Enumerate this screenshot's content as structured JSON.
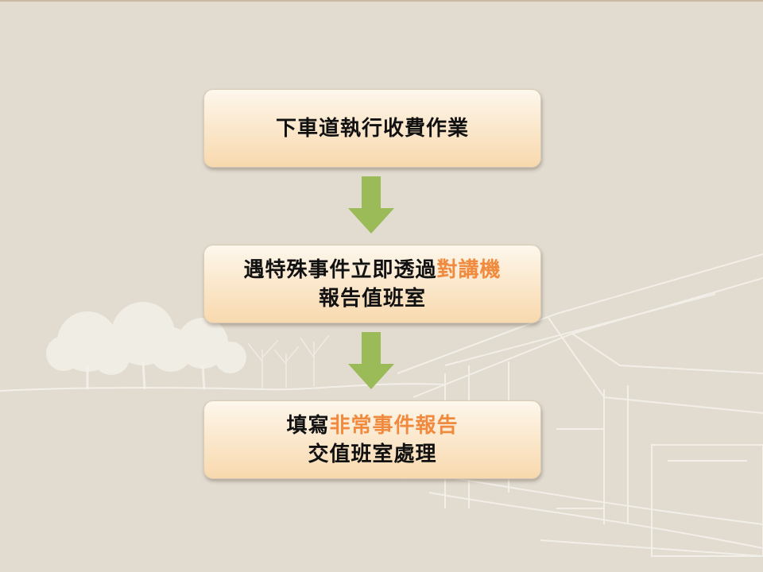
{
  "colors": {
    "background": "#e1dbd0",
    "arrow": "#9bbb59",
    "highlight": "#f08a3e"
  },
  "steps": [
    {
      "line1": "下車道執行收費作業"
    },
    {
      "line1_a": "遇特殊事件立即透過",
      "line1_hl": "對講機",
      "line2": "報告值班室"
    },
    {
      "line1_a": "填寫",
      "line1_hl": "非常事件報告",
      "line2": "交值班室處理"
    }
  ],
  "arrows": [
    {
      "icon": "down-arrow-icon"
    },
    {
      "icon": "down-arrow-icon"
    }
  ]
}
